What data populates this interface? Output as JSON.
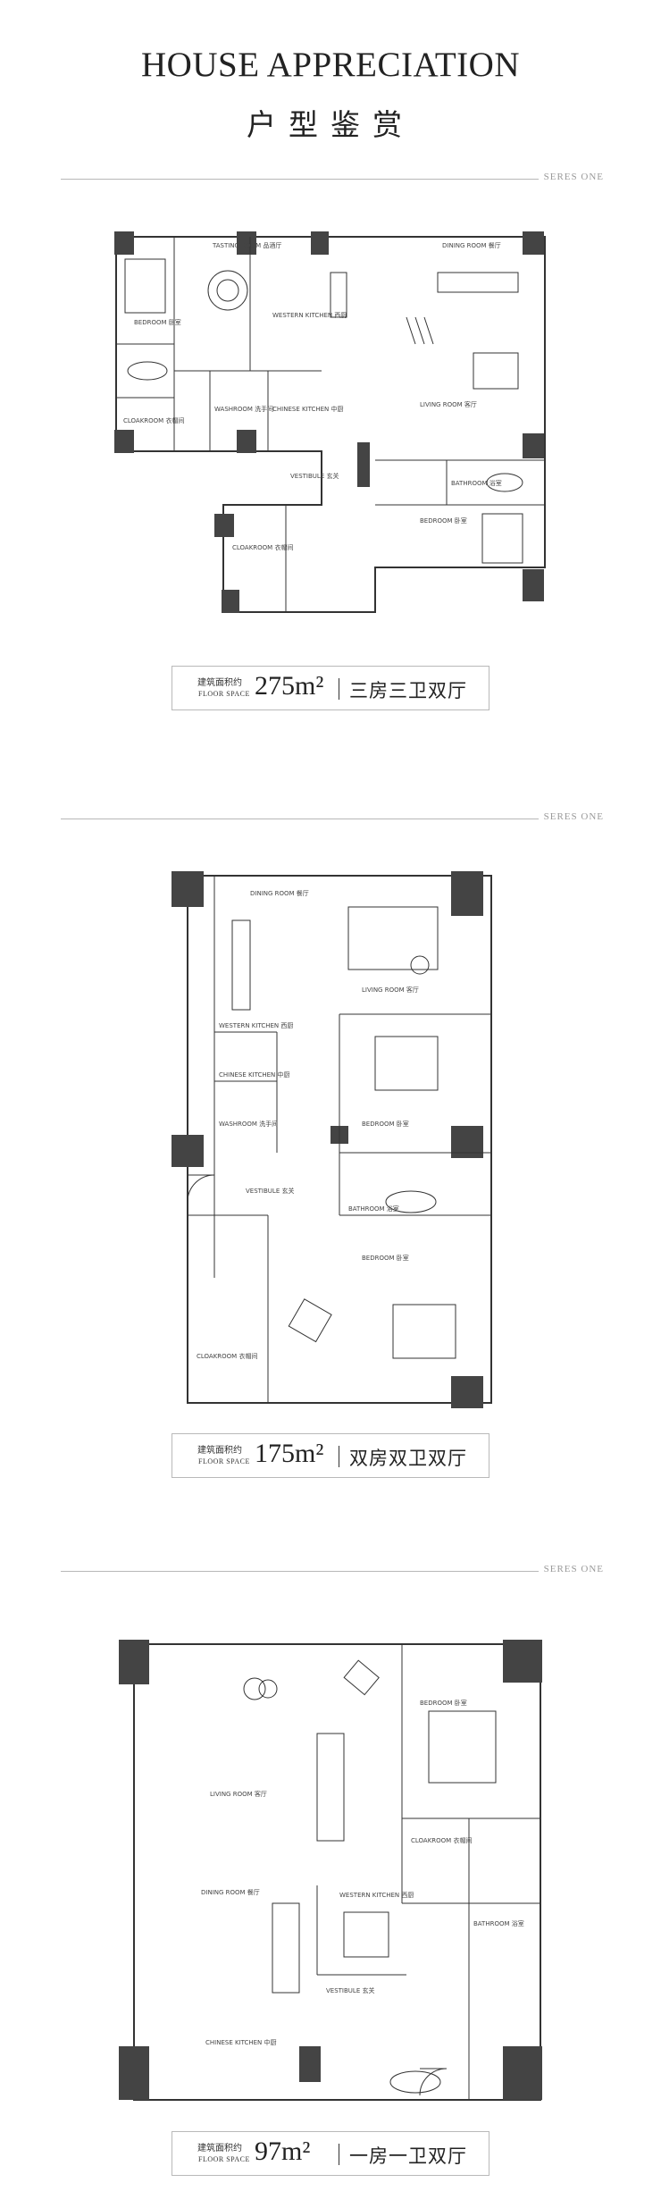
{
  "header": {
    "title": "HOUSE APPRECIATION",
    "subtitle": "户型鉴赏"
  },
  "series_label": "SERES ONE",
  "plans": [
    {
      "rooms": {
        "tasting": "TASTING ROOM 品酒厅",
        "dining": "DINING ROOM 餐厅",
        "bedroom1": "BEDROOM 卧室",
        "western": "WESTERN KITCHEN 西厨",
        "cloak1": "CLOAKROOM 衣帽间",
        "wash": "WASHROOM 洗手间",
        "chinese": "CHINESE KITCHEN 中厨",
        "living": "LIVING ROOM 客厅",
        "vestibule": "VESTIBULE 玄关",
        "bathroom": "BATHROOM 浴室",
        "cloak2": "CLOAKROOM 衣帽间",
        "bedroom2": "BEDROOM 卧室"
      },
      "area": {
        "cn_label": "建筑面积约",
        "en_label": "FLOOR SPACE",
        "value": "275",
        "unit": "m²",
        "layout": "三房三卫双厅"
      }
    },
    {
      "rooms": {
        "dining": "DINING ROOM 餐厅",
        "living": "LIVING ROOM 客厅",
        "western": "WESTERN KITCHEN 西厨",
        "chinese": "CHINESE KITCHEN 中厨",
        "wash": "WASHROOM 洗手间",
        "bedroom1": "BEDROOM 卧室",
        "vestibule": "VESTIBULE 玄关",
        "bathroom": "BATHROOM 浴室",
        "cloak": "CLOAKROOM 衣帽间",
        "bedroom2": "BEDROOM 卧室"
      },
      "area": {
        "cn_label": "建筑面积约",
        "en_label": "FLOOR SPACE",
        "value": "175",
        "unit": "m²",
        "layout": "双房双卫双厅"
      }
    },
    {
      "rooms": {
        "living": "LIVING ROOM 客厅",
        "bedroom": "BEDROOM 卧室",
        "cloak": "CLOAKROOM 衣帽间",
        "dining": "DINING ROOM 餐厅",
        "western": "WESTERN KITCHEN 西厨",
        "bathroom": "BATHROOM 浴室",
        "vestibule": "VESTIBULE 玄关",
        "chinese": "CHINESE KITCHEN 中厨"
      },
      "area": {
        "cn_label": "建筑面积约",
        "en_label": "FLOOR SPACE",
        "value": "97",
        "unit": "m²",
        "layout": "一房一卫双厅"
      }
    }
  ]
}
